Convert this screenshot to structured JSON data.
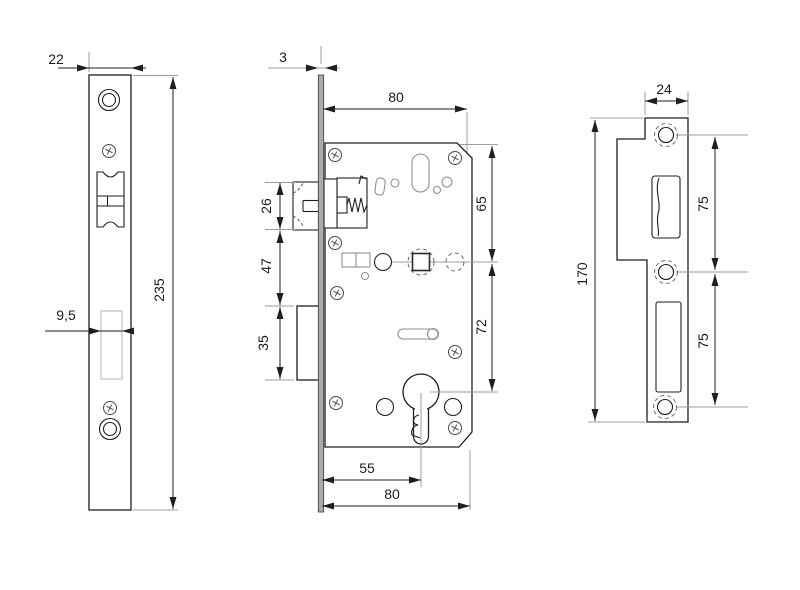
{
  "colors": {
    "line": "#1f1f1f",
    "light_line": "#9e9e9e",
    "detail_line": "#8f8f8f",
    "faceplate_fill": "#ababab",
    "background": "#ffffff"
  },
  "dims": {
    "faceplate": {
      "width": "22",
      "height": "235",
      "cutout": "9,5"
    },
    "body": {
      "plate_thickness": "3",
      "width_top": "80",
      "latch": "26",
      "gap": "47",
      "deadbolt": "35",
      "edge_to_follower": "65",
      "follower_to_cylinder": "72",
      "backset": "55",
      "width_bottom": "80"
    },
    "strike": {
      "width": "24",
      "height": "170",
      "span_top": "75",
      "span_bottom": "75"
    }
  }
}
